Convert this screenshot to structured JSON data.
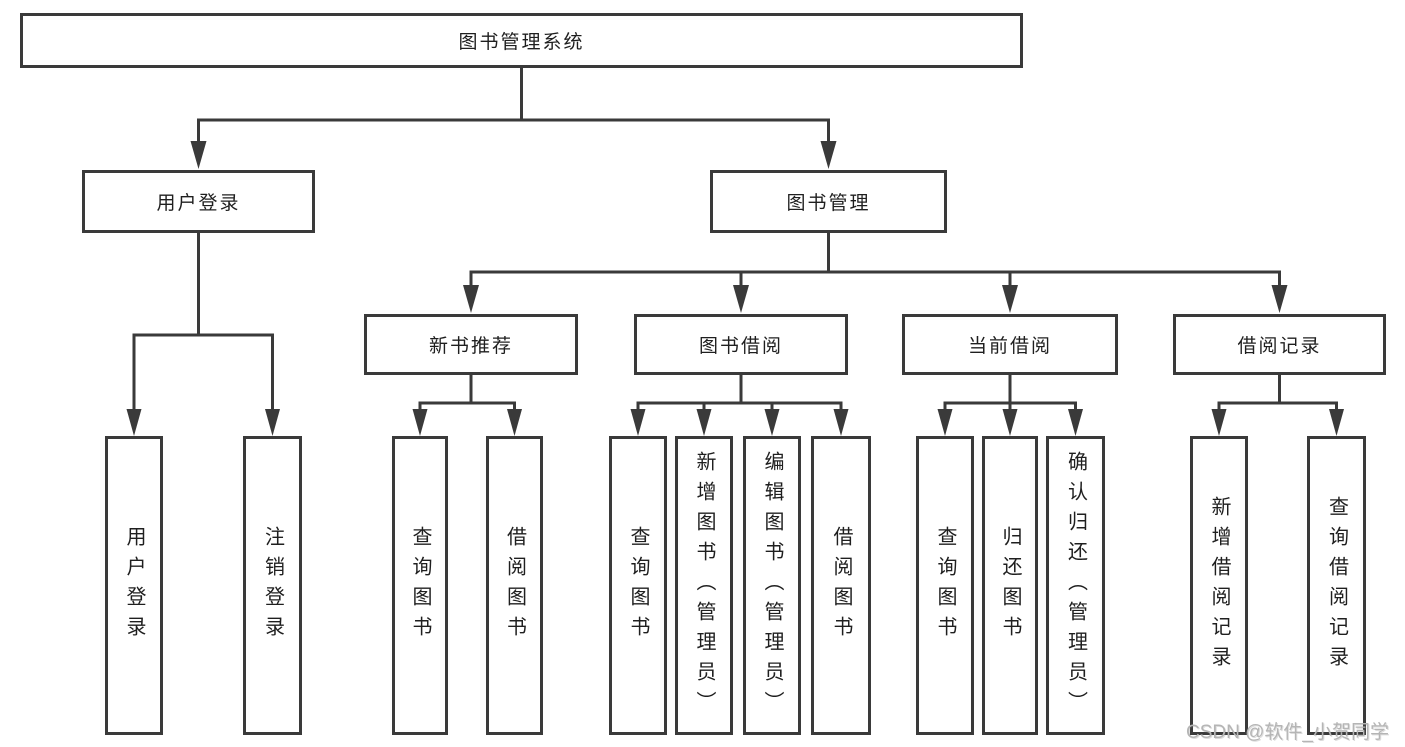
{
  "diagram_title": "图书管理系统",
  "watermark": "CSDN @软件_小贺同学",
  "colors": {
    "line": "#3a3a3a",
    "text": "#1f1f1f",
    "watermark": "#b5b5b5",
    "background": "#ffffff"
  },
  "tree": {
    "root": "图书管理系统",
    "level2": [
      {
        "label": "用户登录",
        "children": [
          "用户登录",
          "注销登录"
        ]
      },
      {
        "label": "图书管理",
        "children_groups": [
          {
            "label": "新书推荐",
            "children": [
              "查询图书",
              "借阅图书"
            ]
          },
          {
            "label": "图书借阅",
            "children": [
              "查询图书",
              "新增图书（管理员）",
              "编辑图书（管理员）",
              "借阅图书"
            ]
          },
          {
            "label": "当前借阅",
            "children": [
              "查询图书",
              "归还图书",
              "确认归还（管理员）"
            ]
          },
          {
            "label": "借阅记录",
            "children": [
              "新增借阅记录",
              "查询借阅记录"
            ]
          }
        ]
      }
    ]
  }
}
